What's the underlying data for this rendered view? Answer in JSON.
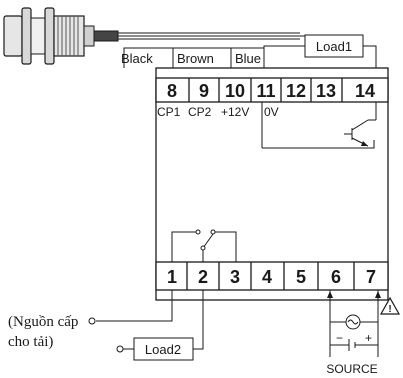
{
  "sensor_wires": {
    "black": "Black",
    "brown": "Brown",
    "blue": "Blue"
  },
  "loads": {
    "load1": "Load1",
    "load2": "Load2"
  },
  "top_terminals": [
    {
      "num": "8",
      "function": "CP1"
    },
    {
      "num": "9",
      "function": "CP2"
    },
    {
      "num": "10",
      "function": "+12V"
    },
    {
      "num": "11",
      "function": "0V"
    },
    {
      "num": "12",
      "function": ""
    },
    {
      "num": "13",
      "function": ""
    },
    {
      "num": "14",
      "function": ""
    }
  ],
  "bottom_terminals": [
    "1",
    "2",
    "3",
    "4",
    "5",
    "6",
    "7"
  ],
  "source": {
    "label": "SOURCE",
    "minus": "−",
    "plus": "+"
  },
  "power_note": {
    "line1": "(Nguồn cấp",
    "line2": "cho tải)"
  },
  "warning_symbol": "!"
}
